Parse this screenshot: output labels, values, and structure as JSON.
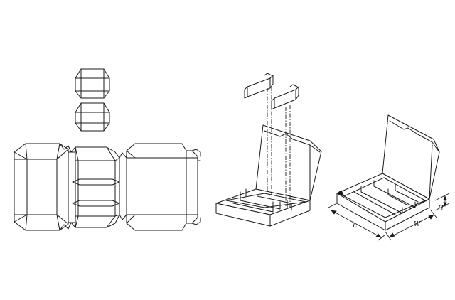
{
  "dimensions": {
    "length_label": "L",
    "width_label": "W",
    "height_label": "H"
  },
  "colors": {
    "line": "#1a1a1a",
    "background": "#ffffff"
  }
}
